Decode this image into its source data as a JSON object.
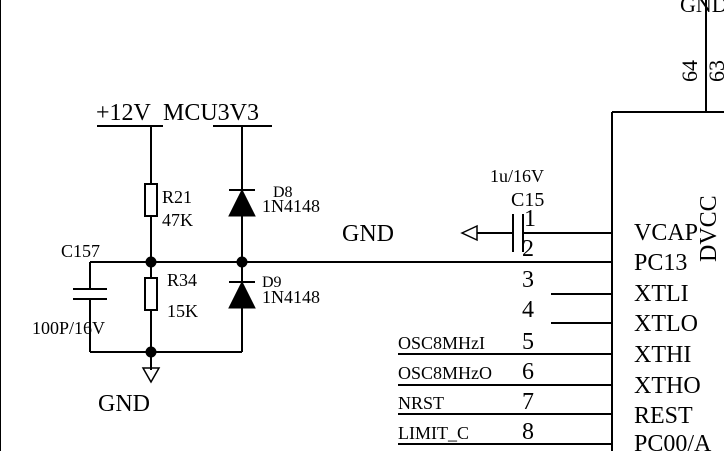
{
  "power": {
    "v12": "+12V",
    "mcu3v3": "MCU3V3"
  },
  "resistors": {
    "r21": {
      "ref": "R21",
      "value": "47K"
    },
    "r34": {
      "ref": "R34",
      "value": "15K"
    }
  },
  "diodes": {
    "d8": {
      "ref": "D8",
      "part": "1N4148"
    },
    "d9": {
      "ref": "D9",
      "part": "1N4148"
    }
  },
  "capacitors": {
    "c157": {
      "ref": "C157",
      "value": "100P/16V"
    },
    "c15": {
      "ref": "C15",
      "value": "1u/16V",
      "pin1": "1",
      "pin2": "2"
    }
  },
  "ground": {
    "left": "GND",
    "mid": "GND",
    "top": "GND"
  },
  "ic": {
    "top_pins": [
      "64",
      "63"
    ],
    "vertical_label": "DVCC",
    "pin_names": [
      "VCAP",
      "PC13",
      "XTLI",
      "XTLO",
      "XTHI",
      "XTHO",
      "REST",
      "PC00/A"
    ],
    "pin_numbers": [
      "1",
      "2",
      "3",
      "4",
      "5",
      "6",
      "7",
      "8"
    ]
  },
  "nets": {
    "osc_in": "OSC8MHzI",
    "osc_out": "OSC8MHzO",
    "nrst": "NRST",
    "limit": "LIMIT_C"
  }
}
